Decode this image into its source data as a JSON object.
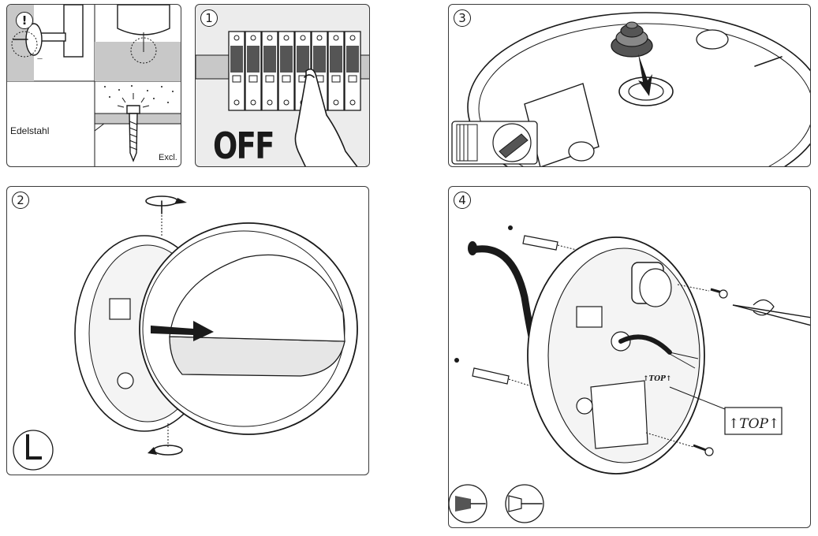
{
  "panels": {
    "warning": {
      "mark": "!",
      "label_material": "Edelstahl",
      "label_excl": "Excl."
    },
    "step1": {
      "number": "1",
      "label": "OFF"
    },
    "step2": {
      "number": "2"
    },
    "step3": {
      "number": "3"
    },
    "step4": {
      "number": "4",
      "label_top": "↑TOP↑",
      "label_top_small": "↑TOP↑"
    }
  },
  "icons": [
    "wall-screw-icon",
    "anchor-screw-icon",
    "circuit-breaker-icon",
    "hand-icon",
    "arrow-icon",
    "hex-key-icon",
    "rotate-icon",
    "cable-gland-icon",
    "cutter-icon",
    "wall-plug-icon",
    "screwdriver-icon"
  ],
  "colors": {
    "line": "#1a1a1a",
    "shade": "#c8c8c8",
    "panel_bg": "#ffffff"
  }
}
